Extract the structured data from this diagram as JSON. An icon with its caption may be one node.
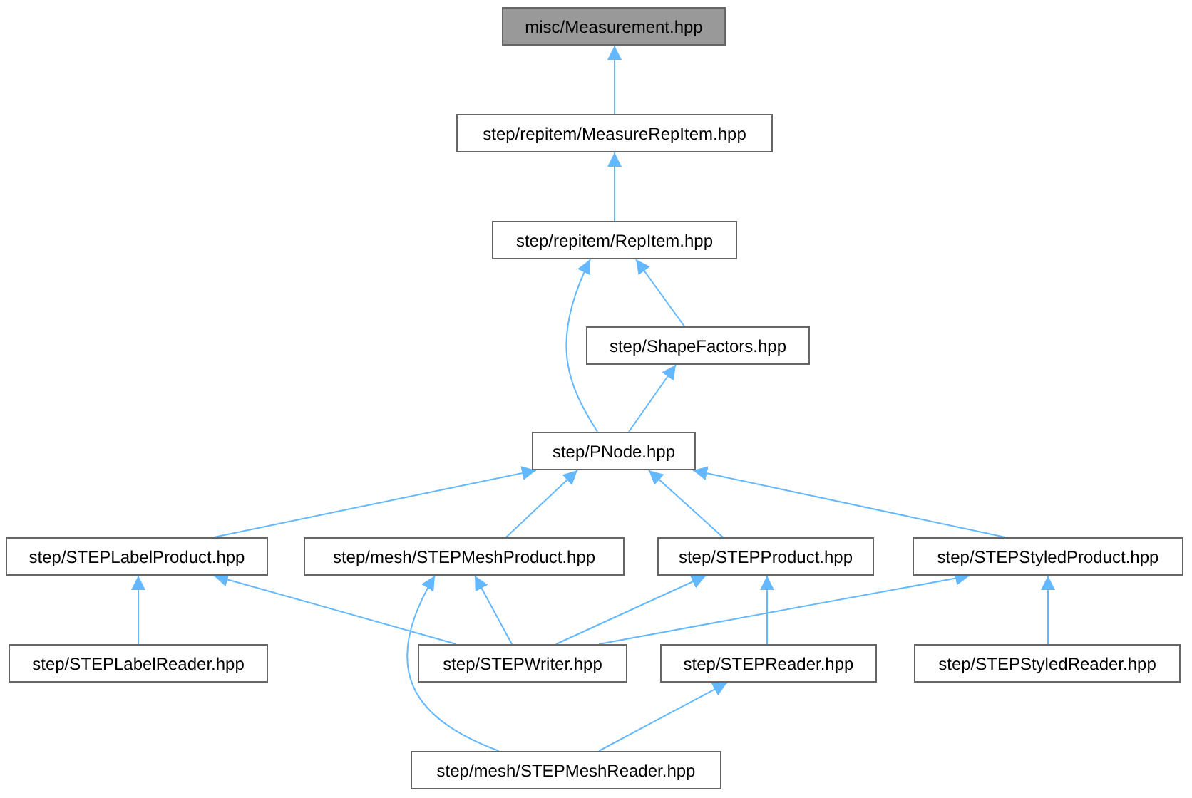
{
  "diagram": {
    "nodes": [
      {
        "text": [
          "misc/Measurement.hpp"
        ]
      },
      {
        "text": [
          "step/repitem/MeasureRepItem.hpp"
        ]
      },
      {
        "text": [
          "step/repitem/RepItem.hpp"
        ]
      },
      {
        "text": [
          "step/ShapeFactors.hpp"
        ]
      },
      {
        "text": [
          "step/PNode.hpp"
        ]
      },
      {
        "text": [
          "step/STEPLabelProduct.hpp"
        ]
      },
      {
        "text": [
          "step/mesh/STEPMeshProduct.hpp"
        ]
      },
      {
        "text": [
          "step/STEPProduct.hpp"
        ]
      },
      {
        "text": [
          "step/STEPStyledProduct.hpp"
        ]
      },
      {
        "text": [
          "step/STEPLabelReader.hpp"
        ]
      },
      {
        "text": [
          "step/STEPWriter.hpp"
        ]
      },
      {
        "text": [
          "step/STEPReader.hpp"
        ]
      },
      {
        "text": [
          "step/STEPStyledReader.hpp"
        ]
      },
      {
        "text": [
          "step/mesh/STEPMeshReader.hpp"
        ]
      }
    ],
    "edges": [
      {
        "from": 1,
        "to": 0,
        "arrow": "to"
      },
      {
        "from": 2,
        "to": 1,
        "arrow": "to"
      },
      {
        "from": 4,
        "to": 2,
        "arrow": "to"
      },
      {
        "from": 3,
        "to": 2,
        "arrow": "to"
      },
      {
        "from": 4,
        "to": 3,
        "arrow": "to"
      },
      {
        "from": 5,
        "to": 4,
        "arrow": "to"
      },
      {
        "from": 6,
        "to": 4,
        "arrow": "to"
      },
      {
        "from": 7,
        "to": 4,
        "arrow": "to"
      },
      {
        "from": 8,
        "to": 4,
        "arrow": "to"
      },
      {
        "from": 9,
        "to": 5,
        "arrow": "to"
      },
      {
        "from": 10,
        "to": 5,
        "arrow": "to"
      },
      {
        "from": 10,
        "to": 6,
        "arrow": "to"
      },
      {
        "from": 13,
        "to": 6,
        "arrow": "to"
      },
      {
        "from": 10,
        "to": 7,
        "arrow": "to"
      },
      {
        "from": 11,
        "to": 7,
        "arrow": "to"
      },
      {
        "from": 10,
        "to": 8,
        "arrow": "to"
      },
      {
        "from": 12,
        "to": 8,
        "arrow": "to"
      },
      {
        "from": 13,
        "to": 11,
        "arrow": "to"
      }
    ]
  }
}
